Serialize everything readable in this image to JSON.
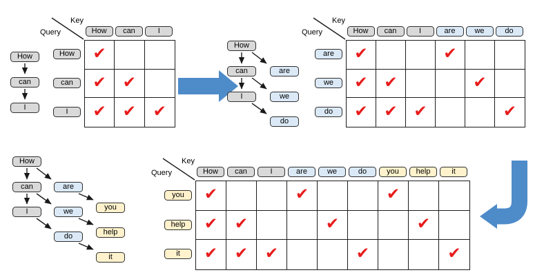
{
  "key_label": "Key",
  "query_label": "Query",
  "check_glyph": "✔",
  "colors": {
    "gray": "#d9d9d9",
    "blue": "#dbe9f7",
    "yellow": "#fff2cc",
    "check": "#e81c1c",
    "arrow": "#4e8bc9",
    "chip_border": "#2e2e2e",
    "grid_border": "#1b1b1b"
  },
  "stage1": {
    "sequence": [
      {
        "label": "How",
        "color": "gray"
      },
      {
        "label": "can",
        "color": "gray"
      },
      {
        "label": "I",
        "color": "gray"
      }
    ],
    "matrix": {
      "columns": [
        {
          "label": "How",
          "color": "gray"
        },
        {
          "label": "can",
          "color": "gray"
        },
        {
          "label": "I",
          "color": "gray"
        }
      ],
      "rows": [
        {
          "label": "How",
          "color": "gray",
          "checks": [
            1,
            0,
            0
          ]
        },
        {
          "label": "can",
          "color": "gray",
          "checks": [
            1,
            1,
            0
          ]
        },
        {
          "label": "I",
          "color": "gray",
          "checks": [
            1,
            1,
            1
          ]
        }
      ]
    }
  },
  "stage2": {
    "tree": [
      {
        "label": "How",
        "color": "gray"
      },
      {
        "label": "can",
        "color": "gray"
      },
      {
        "label": "I",
        "color": "gray"
      },
      {
        "label": "are",
        "color": "blue"
      },
      {
        "label": "we",
        "color": "blue"
      },
      {
        "label": "do",
        "color": "blue"
      }
    ],
    "matrix": {
      "columns": [
        {
          "label": "How",
          "color": "gray"
        },
        {
          "label": "can",
          "color": "gray"
        },
        {
          "label": "I",
          "color": "gray"
        },
        {
          "label": "are",
          "color": "blue"
        },
        {
          "label": "we",
          "color": "blue"
        },
        {
          "label": "do",
          "color": "blue"
        }
      ],
      "rows": [
        {
          "label": "are",
          "color": "blue",
          "checks": [
            1,
            0,
            0,
            1,
            0,
            0
          ]
        },
        {
          "label": "we",
          "color": "blue",
          "checks": [
            1,
            1,
            0,
            0,
            1,
            0
          ]
        },
        {
          "label": "do",
          "color": "blue",
          "checks": [
            1,
            1,
            1,
            0,
            0,
            1
          ]
        }
      ]
    }
  },
  "stage3": {
    "tree": [
      {
        "label": "How",
        "color": "gray"
      },
      {
        "label": "can",
        "color": "gray"
      },
      {
        "label": "I",
        "color": "gray"
      },
      {
        "label": "are",
        "color": "blue"
      },
      {
        "label": "we",
        "color": "blue"
      },
      {
        "label": "do",
        "color": "blue"
      },
      {
        "label": "you",
        "color": "yellow"
      },
      {
        "label": "help",
        "color": "yellow"
      },
      {
        "label": "it",
        "color": "yellow"
      }
    ],
    "matrix": {
      "columns": [
        {
          "label": "How",
          "color": "gray"
        },
        {
          "label": "can",
          "color": "gray"
        },
        {
          "label": "I",
          "color": "gray"
        },
        {
          "label": "are",
          "color": "blue"
        },
        {
          "label": "we",
          "color": "blue"
        },
        {
          "label": "do",
          "color": "blue"
        },
        {
          "label": "you",
          "color": "yellow"
        },
        {
          "label": "help",
          "color": "yellow"
        },
        {
          "label": "it",
          "color": "yellow"
        }
      ],
      "rows": [
        {
          "label": "you",
          "color": "yellow",
          "checks": [
            1,
            0,
            0,
            1,
            0,
            0,
            1,
            0,
            0
          ]
        },
        {
          "label": "help",
          "color": "yellow",
          "checks": [
            1,
            1,
            0,
            0,
            1,
            0,
            0,
            1,
            0
          ]
        },
        {
          "label": "it",
          "color": "yellow",
          "checks": [
            1,
            1,
            1,
            0,
            0,
            1,
            0,
            0,
            1
          ]
        }
      ]
    }
  }
}
